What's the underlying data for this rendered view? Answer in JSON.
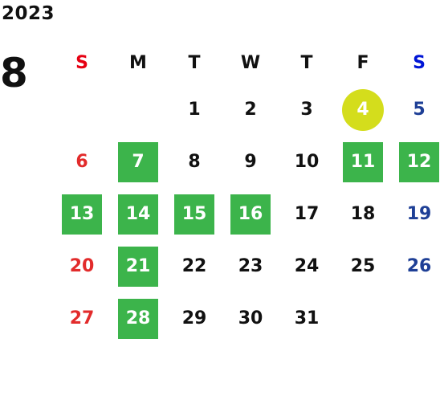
{
  "calendar": {
    "year": "2023",
    "month": "8",
    "weekdays": [
      "S",
      "M",
      "T",
      "W",
      "T",
      "F",
      "S"
    ],
    "days": [
      "",
      "",
      "1",
      "2",
      "3",
      "4",
      "5",
      "6",
      "7",
      "8",
      "9",
      "10",
      "11",
      "12",
      "13",
      "14",
      "15",
      "16",
      "17",
      "18",
      "19",
      "20",
      "21",
      "22",
      "23",
      "24",
      "25",
      "26",
      "27",
      "28",
      "29",
      "30",
      "31",
      "",
      ""
    ],
    "highlighted_days": [
      "7",
      "11",
      "12",
      "13",
      "14",
      "15",
      "16",
      "21",
      "28"
    ],
    "today": "4"
  },
  "colors": {
    "sunday_header": "#e60012",
    "saturday_header": "#0015d6",
    "sunday_day": "#e22b2b",
    "saturday_day": "#1e3f96",
    "highlight_bg": "#3cb44b",
    "today_bg": "#d4dd1c"
  }
}
